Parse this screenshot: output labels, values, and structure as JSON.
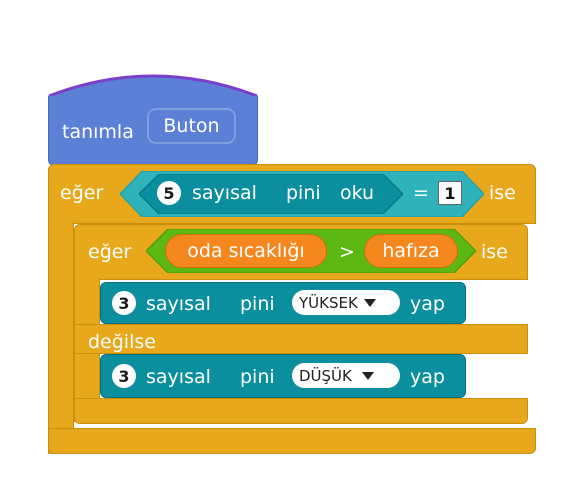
{
  "define_block": {
    "label": "tanımla",
    "name": "Buton"
  },
  "if_outer": {
    "if_label": "eğer",
    "then_label": "ise",
    "read_block": {
      "pin": "5",
      "text1": "sayısal",
      "text2": "pini",
      "text3": "oku"
    },
    "operator": "=",
    "compare_value": "1"
  },
  "if_inner": {
    "if_label": "eğer",
    "then_label": "ise",
    "left_var": "oda sıcaklığı",
    "operator": ">",
    "right_var": "hafıza",
    "else_label": "değilse"
  },
  "write_high": {
    "pin": "3",
    "text1": "sayısal",
    "text2": "pini",
    "state": "YÜKSEK",
    "action": "yap"
  },
  "write_low": {
    "pin": "3",
    "text1": "sayısal",
    "text2": "pini",
    "state": "DÜŞÜK",
    "action": "yap"
  },
  "colors": {
    "define": "#5b80d6",
    "hat_outline": "#7b3fc9",
    "control": "#e8a81b",
    "pin": "#0b8f9e",
    "variable": "#f5871f"
  }
}
